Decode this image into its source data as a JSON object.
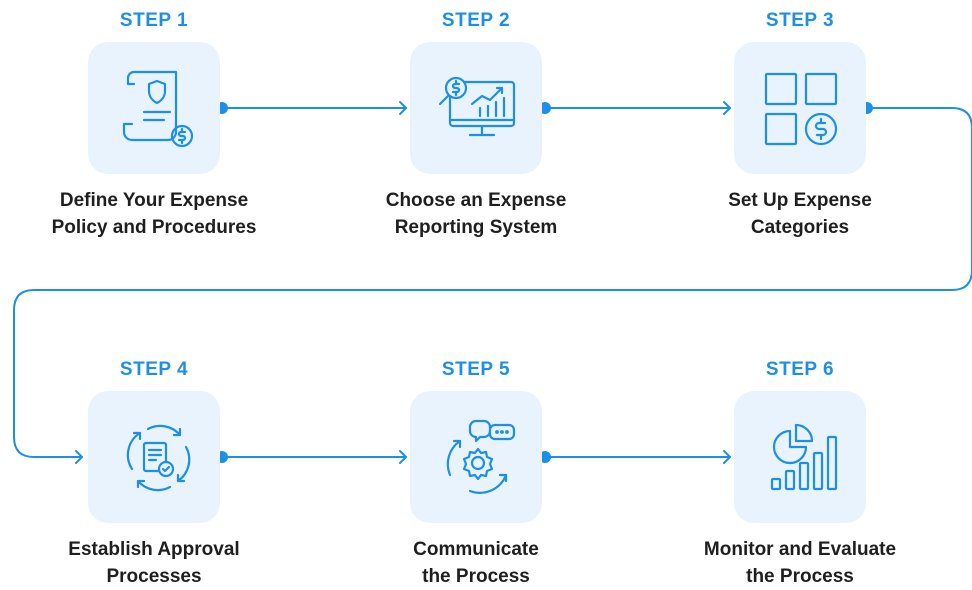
{
  "steps": [
    {
      "label": "STEP 1",
      "title_line1": "Define Your Expense",
      "title_line2": "Policy and Procedures",
      "icon": "policy-document-icon"
    },
    {
      "label": "STEP 2",
      "title_line1": "Choose an Expense",
      "title_line2": "Reporting System",
      "icon": "reporting-monitor-icon"
    },
    {
      "label": "STEP 3",
      "title_line1": "Set Up Expense",
      "title_line2": "Categories",
      "icon": "categories-grid-icon"
    },
    {
      "label": "STEP 4",
      "title_line1": "Establish Approval",
      "title_line2": "Processes",
      "icon": "approval-cycle-icon"
    },
    {
      "label": "STEP 5",
      "title_line1": "Communicate",
      "title_line2": "the Process",
      "icon": "communication-gear-icon"
    },
    {
      "label": "STEP 6",
      "title_line1": "Monitor and Evaluate",
      "title_line2": "the Process",
      "icon": "analytics-chart-icon"
    }
  ],
  "colors": {
    "accent": "#1d8fe6",
    "icon_bg": "#e8f3fd",
    "title_text": "#1f1f1f"
  }
}
